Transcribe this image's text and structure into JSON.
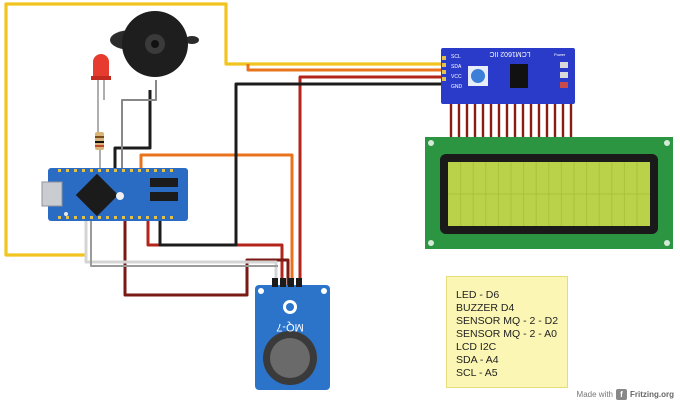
{
  "notes": {
    "lines": [
      "LED - D6",
      "BUZZER D4",
      "SENSOR MQ - 2   - D2",
      "SENSOR MQ - 2 - A0",
      "LCD I2C",
      "SDA - A4",
      "SCL - A5"
    ]
  },
  "i2c_module": {
    "label": "LCM1602 IIC",
    "pins": [
      "SCL",
      "SDA",
      "VCC",
      "GND"
    ],
    "power_label": "Power"
  },
  "sensor": {
    "label": "MQ-7"
  },
  "footer": {
    "made_with": "Made with",
    "brand": "Fritzing.org"
  },
  "colors": {
    "yellow_wire": "#f2c41f",
    "orange_wire": "#e8731c",
    "red_wire": "#b3241b",
    "dark_red_wire": "#7a1a14",
    "black_wire": "#1c1c1c",
    "white_wire": "#d8d8d8",
    "lcd_screen": "#b9d24a",
    "board_blue": "#2a6cc4",
    "i2c_blue": "#2a3bc9"
  }
}
